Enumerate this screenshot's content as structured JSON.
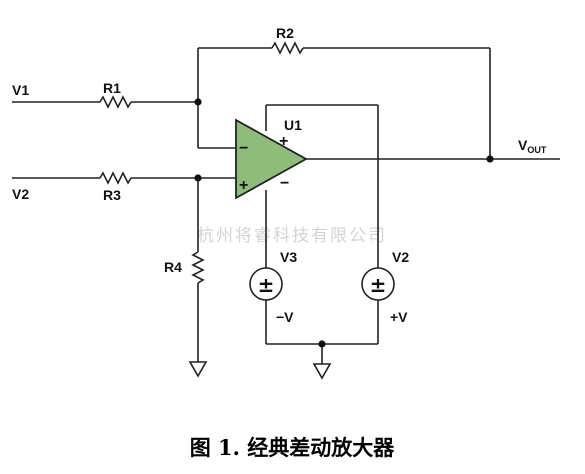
{
  "labels": {
    "v1": "V1",
    "v2_in": "V2",
    "r1": "R1",
    "r2": "R2",
    "r3": "R3",
    "r4": "R4",
    "u1": "U1",
    "vout_main": "V",
    "vout_sub": "OUT",
    "v3": "V3",
    "v2_supply": "V2",
    "neg_supply": "−V",
    "pos_supply": "+V"
  },
  "opamp": {
    "inverting_sign": "−",
    "noninverting_sign": "+",
    "supply_pos_sign": "+",
    "supply_neg_sign": "−",
    "fill": "#8fbc7a"
  },
  "sources": {
    "symbol": "±"
  },
  "watermark": "杭州将睿科技有限公司",
  "caption": "图 1. 经典差动放大器"
}
